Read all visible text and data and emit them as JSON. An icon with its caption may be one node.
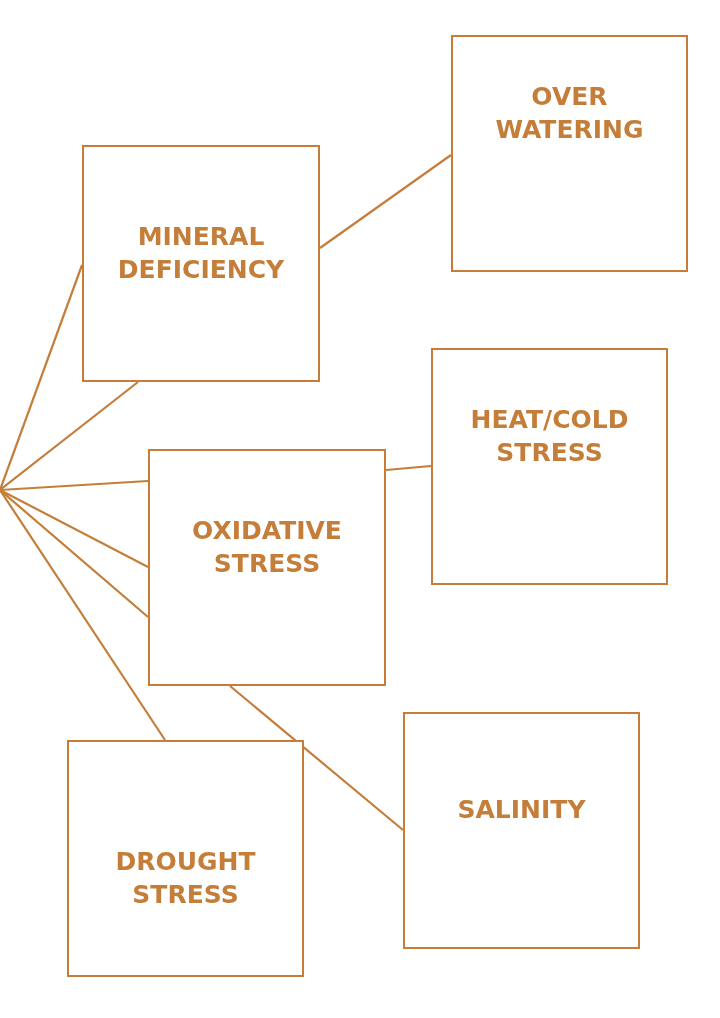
{
  "diagram": {
    "nodes": [
      {
        "text": [
          "OVER WATERING"
        ]
      },
      {
        "text": [
          "MINERAL DEFICIENCY"
        ]
      },
      {
        "text": [
          "HEAT/COLD STRESS"
        ]
      },
      {
        "text": [
          "OXIDATIVE STRESS"
        ]
      },
      {
        "text": [
          "SALINITY"
        ]
      },
      {
        "text": [
          "DROUGHT STRESS"
        ]
      }
    ],
    "edges": [
      {
        "from": 1,
        "to": 0,
        "arrow": "none"
      },
      {
        "from": 3,
        "to": 2,
        "arrow": "none"
      },
      {
        "from": 3,
        "to": 4,
        "arrow": "none"
      },
      {
        "from": null,
        "to": 1,
        "arrow": "none"
      },
      {
        "from": null,
        "to": 1,
        "arrow": "none"
      },
      {
        "from": null,
        "to": 3,
        "arrow": "none"
      },
      {
        "from": null,
        "to": 3,
        "arrow": "none"
      },
      {
        "from": null,
        "to": 3,
        "arrow": "none"
      },
      {
        "from": null,
        "to": 5,
        "arrow": "none"
      }
    ]
  }
}
